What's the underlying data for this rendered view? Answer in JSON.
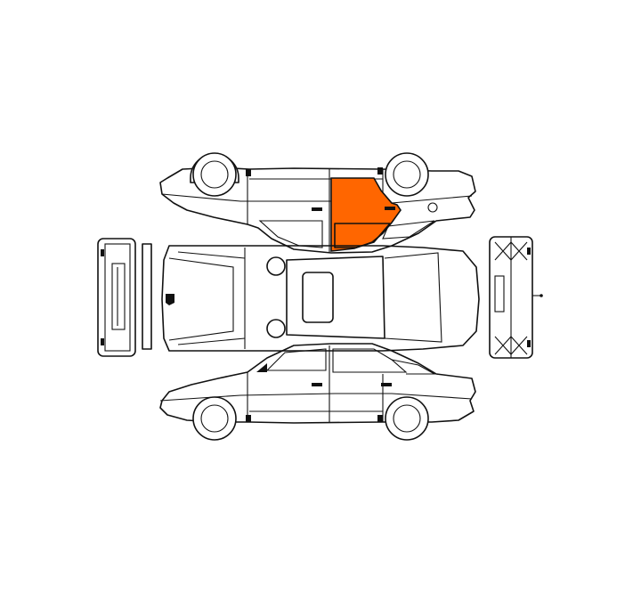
{
  "colors": {
    "highlight": "#ff6600",
    "outline": "#111111",
    "background": "#ffffff"
  },
  "diagram": {
    "type": "vehicle-damage-diagram",
    "selected_part": "rear-right-door",
    "views": [
      "right-side",
      "left-side",
      "top",
      "front",
      "rear"
    ]
  }
}
